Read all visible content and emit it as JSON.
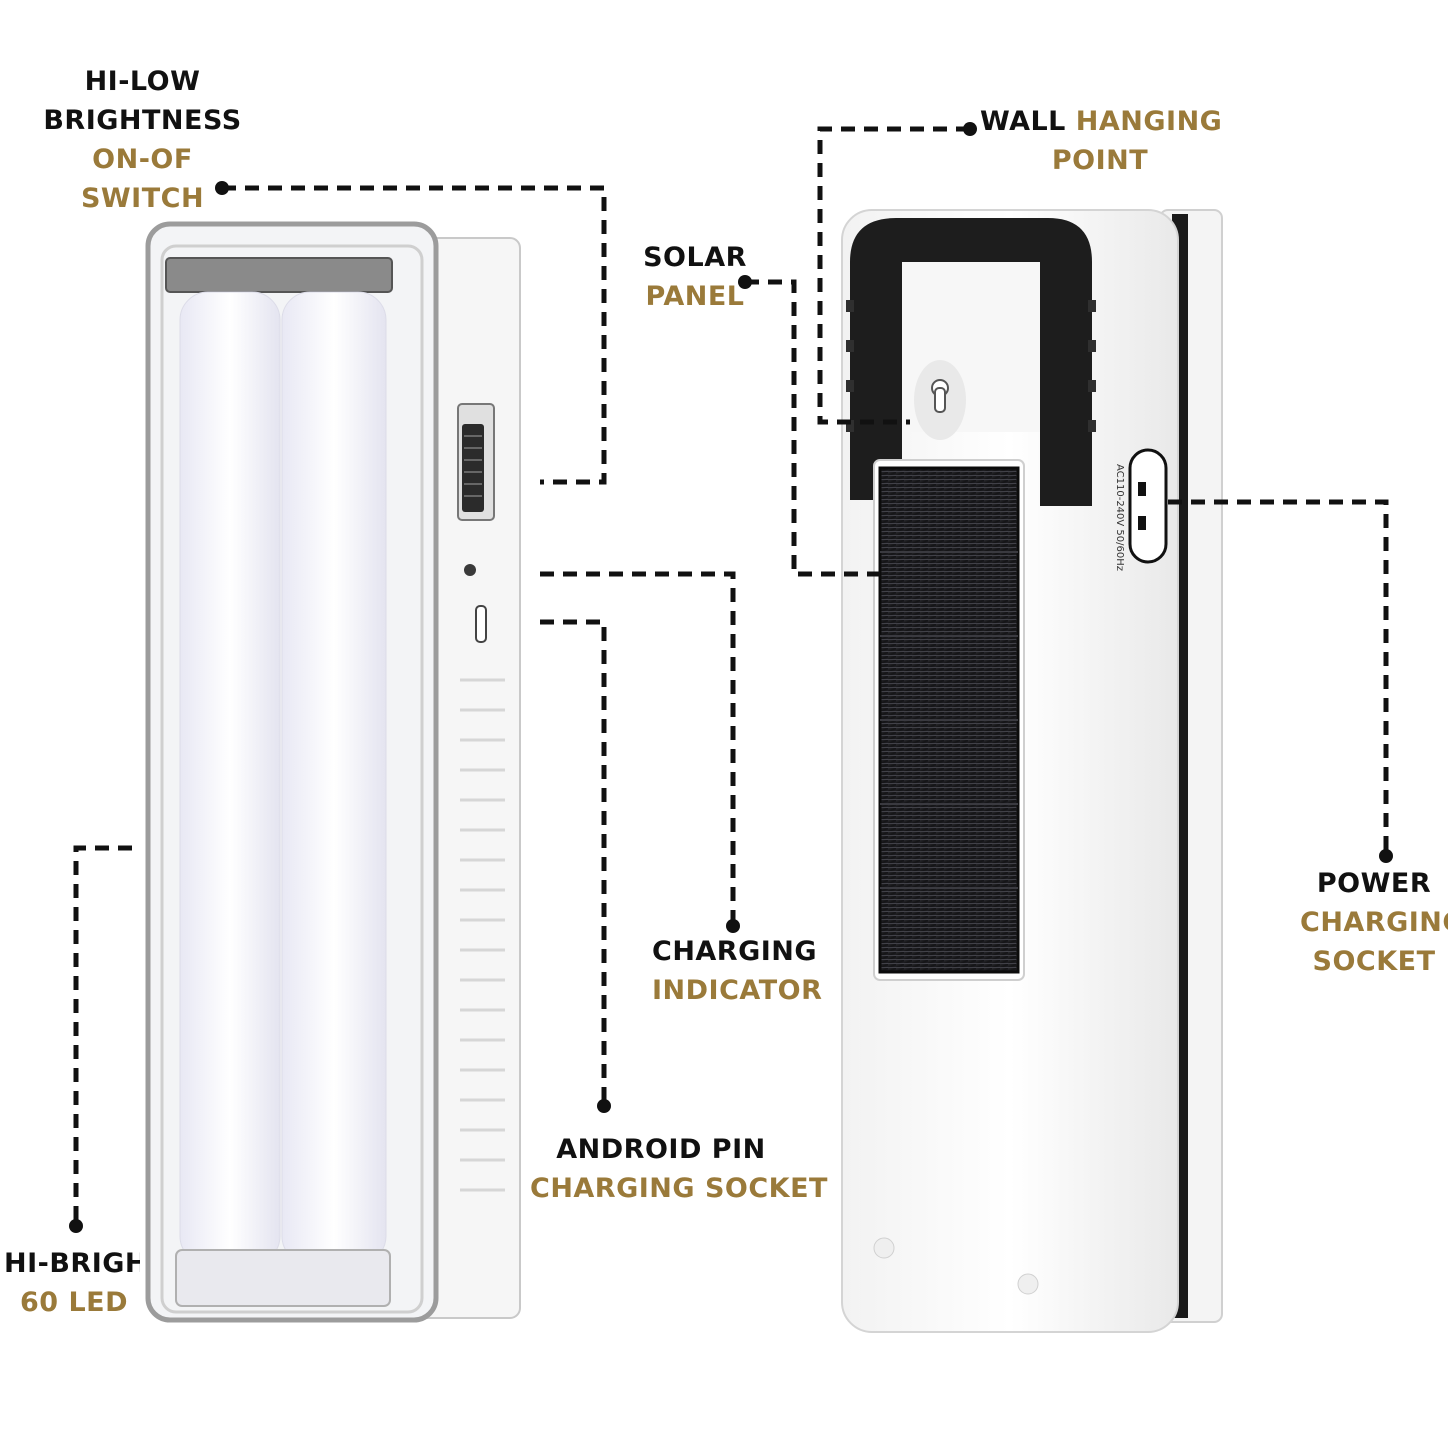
{
  "labels": {
    "switch": {
      "line1": "HI-LOW",
      "line2": "BRIGHTNESS",
      "line3": "ON-OF",
      "line4": "SWITCH"
    },
    "wall": {
      "part1": "WALL",
      "part2": "HANGING",
      "line2": "POINT"
    },
    "solar": {
      "line1": "SOLAR",
      "line2": "PANEL"
    },
    "charging_indicator": {
      "line1": "CHARGING",
      "line2": "INDICATOR"
    },
    "android": {
      "line1": "ANDROID PIN",
      "line2": "CHARGING SOCKET"
    },
    "power": {
      "line1": "POWER",
      "line2": "CHARGING",
      "line3": "SOCKET"
    },
    "led": {
      "line1": "HI-BRIGHT",
      "line2": "60 LED"
    }
  },
  "device_text": {
    "voltage": "AC110-240V 50/60Hz"
  },
  "colors": {
    "accent_gold": "#9a7a3a",
    "text_dark": "#111111",
    "leader_line": "#111111"
  }
}
